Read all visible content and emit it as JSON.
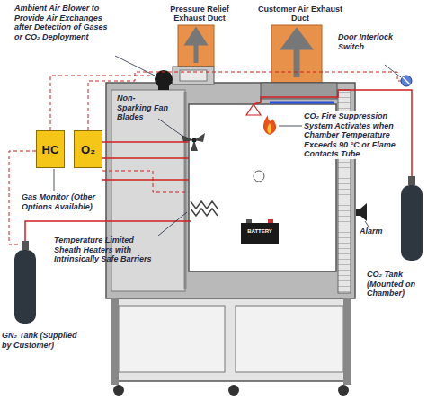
{
  "diagram": {
    "nodes": [
      {
        "text": [
          "Pressure Relief Exhaust Duct"
        ]
      },
      {
        "text": [
          "Customer Air Exhaust Duct"
        ]
      },
      {
        "text": [
          "HC"
        ]
      },
      {
        "text": [
          "O₂"
        ]
      }
    ],
    "labels": [
      "Ambient Air Blower to Provide Air Exchanges after Detection of Gases or CO₂ Deployment",
      "Non-Sparking Fan Blades",
      "Gas Monitor (Other Options Available)",
      "Temperature Limited Sheath Heaters with Intrinsically Safe Barriers",
      "GN₂ Tank (Supplied by Customer)",
      "Door Interlock Switch",
      "CO₂ Fire Suppression System Activates when Chamber Temperature Exceeds 90 °C or Flame Contacts Tube",
      "Alarm",
      "CO₂ Tank (Mounted on Chamber)",
      "BATTERY"
    ]
  }
}
